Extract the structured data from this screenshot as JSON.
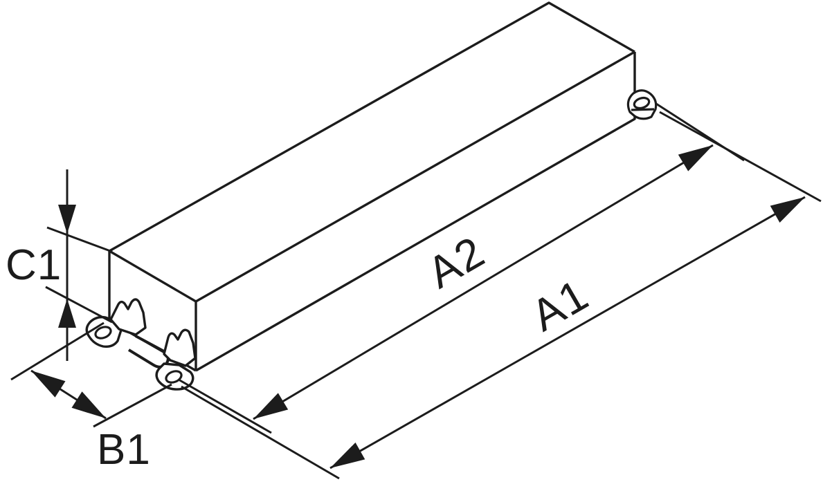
{
  "drawing": {
    "type": "isometric-dimension-drawing",
    "labels": {
      "c1": "C1",
      "b1": "B1",
      "a2": "A2",
      "a1": "A1"
    },
    "colors": {
      "line": "#1c1c1c",
      "background": "#ffffff"
    }
  }
}
